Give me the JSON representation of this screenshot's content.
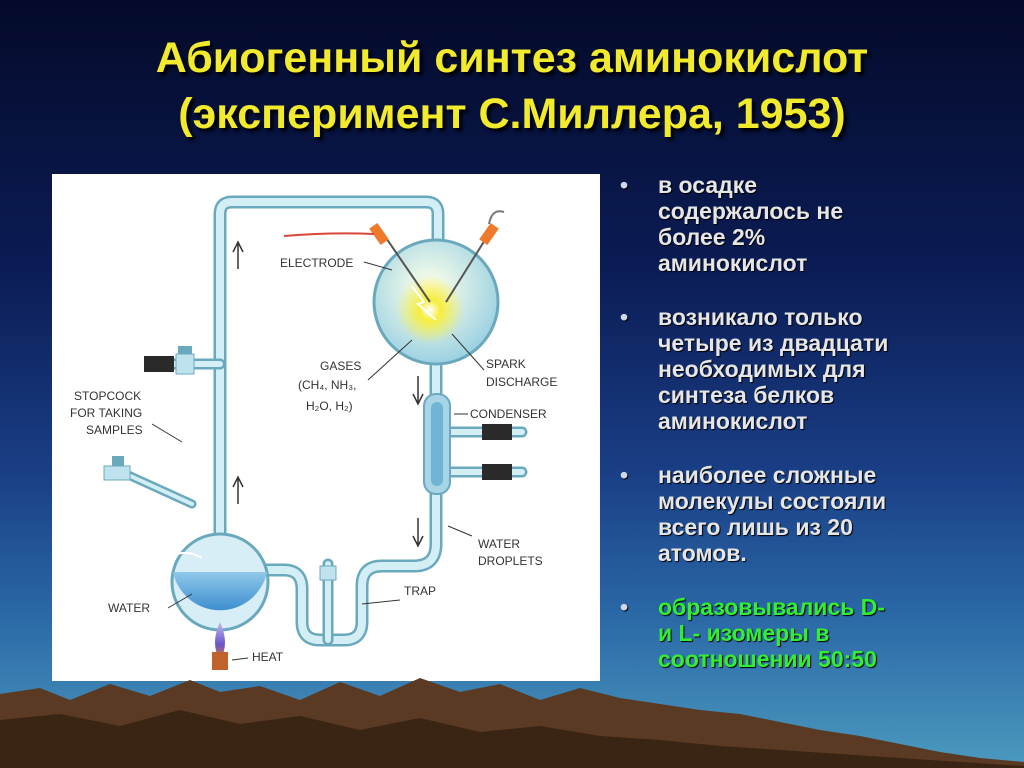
{
  "title": {
    "line1": "Абиогенный синтез аминокислот",
    "line2": "(эксперимент С.Миллера, 1953)"
  },
  "diagram": {
    "labels": {
      "electrode": "ELECTRODE",
      "gases": "GASES",
      "gases_formula1": "(CH₄, NH₃,",
      "gases_formula2": "H₂O, H₂)",
      "spark1": "SPARK",
      "spark2": "DISCHARGE",
      "condenser": "CONDENSER",
      "stopcock1": "STOPCOCK",
      "stopcock2": "FOR TAKING",
      "stopcock3": "SAMPLES",
      "water_droplets1": "WATER",
      "water_droplets2": "DROPLETS",
      "trap": "TRAP",
      "water": "WATER",
      "heat": "HEAT"
    }
  },
  "bullets": [
    {
      "text": "в осадке\nсодержалось не\nболее 2%\nаминокислот",
      "color": "#e6e6e6"
    },
    {
      "text": "возникало только\nчетыре из двадцати\nнеобходимых для\nсинтеза белков\nаминокислот",
      "color": "#e6e6e6"
    },
    {
      "text": "наиболее сложные\nмолекулы состояли\nвсего лишь из 20\nатомов.",
      "color": "#e6e6e6"
    },
    {
      "text": "образовывались D-\nи L- изомеры в\nсоотношении 50:50",
      "color": "#33ee33"
    }
  ],
  "colors": {
    "title": "#f2ea2c",
    "bullet_text": "#e6e6e6",
    "bullet_highlight": "#33ee33",
    "glass": "#bfe3ee",
    "water": "#5aa8dc"
  }
}
